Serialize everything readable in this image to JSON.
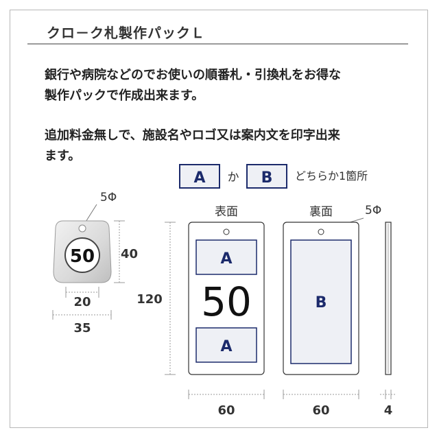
{
  "title": "クロ－ク札製作パックＬ",
  "intro": {
    "line1": "銀行や病院などのでお使いの順番札・引換札をお得な",
    "line2": "製作パックで作成出来ます。"
  },
  "note": {
    "line1": "追加料金無しで、施設名やロゴ又は案内文を印字出来",
    "line2": "ます。"
  },
  "choice": {
    "option_a": "A",
    "connector": "か",
    "option_b": "B",
    "suffix": "どちらか1箇所"
  },
  "small_tag": {
    "number": "50",
    "hole_label": "5Φ",
    "height_label": "40",
    "inner_width_label": "20",
    "outer_width_label": "35"
  },
  "front": {
    "label": "表面",
    "top_area": "A",
    "number": "50",
    "bottom_area": "A",
    "height_label": "120",
    "width_label": "60"
  },
  "back": {
    "label": "裏面",
    "area": "B",
    "hole_label": "5Φ",
    "width_label": "60"
  },
  "side": {
    "thickness_label": "4"
  },
  "colors": {
    "navy": "#1b2a6b",
    "panel_fill": "#eef0f5",
    "border": "#333333",
    "dimension": "#9a9a9a"
  }
}
